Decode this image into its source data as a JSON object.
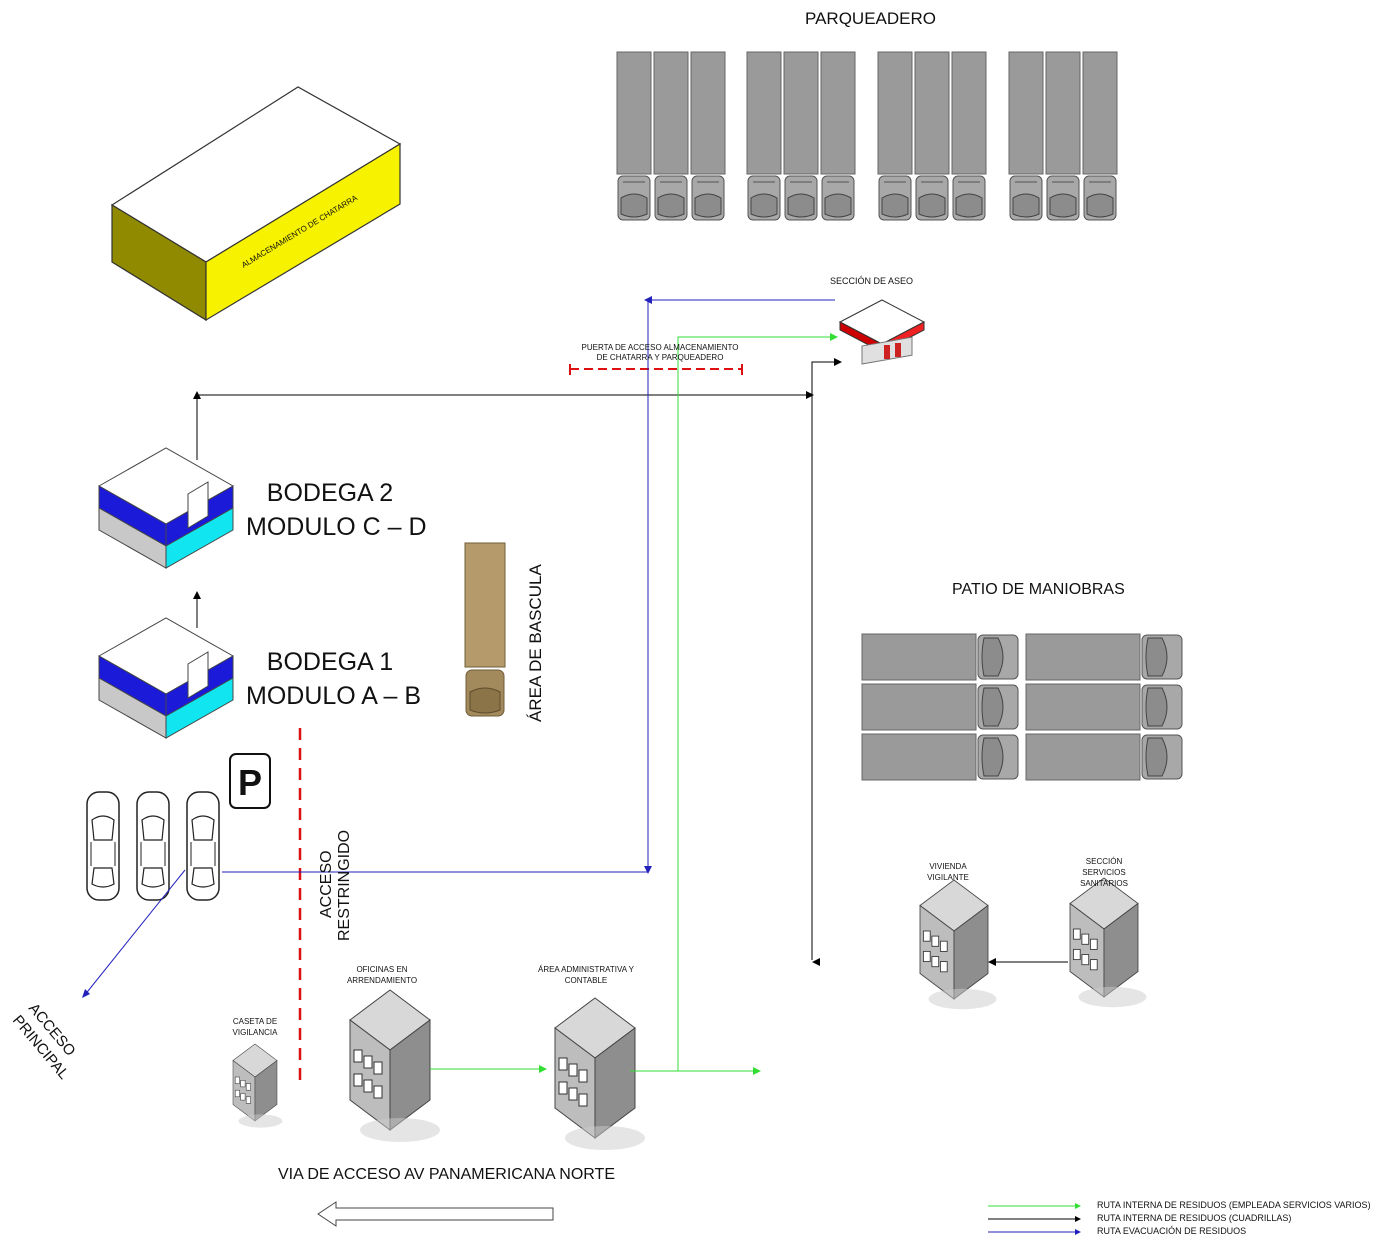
{
  "labels": {
    "parqueadero": "PARQUEADERO",
    "almacenamiento": "ALMACENAMIENTO DE CHATARRA",
    "seccion_aseo": "SECCIÓN DE ASEO",
    "puerta_acceso": "PUERTA DE ACCESO ALMACENAMIENTO DE CHATARRA Y PARQUEADERO",
    "bodega2_title": "BODEGA 2",
    "bodega2_modulo": "MODULO C – D",
    "bodega1_title": "BODEGA 1",
    "bodega1_modulo": "MODULO A – B",
    "area_bascula": "ÁREA DE BASCULA",
    "patio_maniobras": "PATIO DE MANIOBRAS",
    "parking_sign": "P",
    "acceso_restringido_1": "ACCESO",
    "acceso_restringido_2": "RESTRINGIDO",
    "vivienda": "VIVIENDA VIGILANTE",
    "sanitarios": "SECCIÓN SERVICIOS SANITARIOS",
    "acceso_principal_1": "ACCESO",
    "acceso_principal_2": "PRINCIPAL",
    "caseta": "CASETA DE VIGILANCIA",
    "oficinas": "OFICINAS EN ARRENDAMIENTO",
    "administrativa": "ÁREA ADMINISTRATIVA Y CONTABLE",
    "via_acceso": "VIA DE ACCESO AV PANAMERICANA NORTE"
  },
  "legend": [
    {
      "label": "RUTA INTERNA DE RESIDUOS (EMPLEADA SERVICIOS VARIOS)",
      "color": "#33dd33"
    },
    {
      "label": "RUTA INTERNA DE RESIDUOS (CUADRILLAS)",
      "color": "#000000"
    },
    {
      "label": "RUTA EVACUACIÓN DE RESIDUOS",
      "color": "#2222bb"
    }
  ],
  "colors": {
    "route_green": "#33dd33",
    "route_black": "#000000",
    "route_blue": "#2222bb",
    "restricted_line": "#dd1111",
    "warehouse_yellow": "#f7f200",
    "warehouse_olive": "#8f8a00",
    "bodega_blue": "#1a1ad8",
    "bodega_cyan": "#11e6f0",
    "truck_gray": "#9a9a9a",
    "scale_truck": "#b59b6b"
  }
}
